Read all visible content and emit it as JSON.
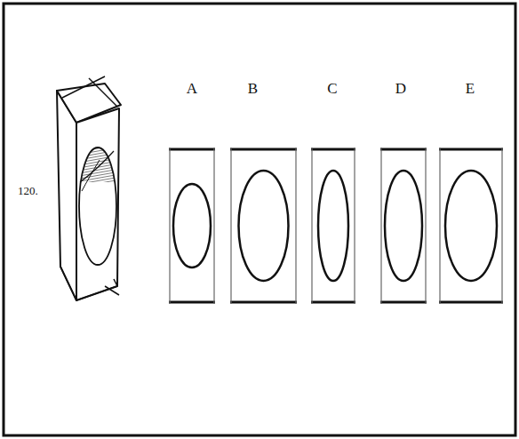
{
  "diagram": {
    "nodes": [
      {
        "text": [
          "A"
        ]
      },
      {
        "text": [
          "B"
        ]
      },
      {
        "text": [
          "C"
        ]
      },
      {
        "text": [
          "D"
        ]
      },
      {
        "text": [
          "E"
        ]
      }
    ],
    "labels": [
      "120."
    ]
  }
}
